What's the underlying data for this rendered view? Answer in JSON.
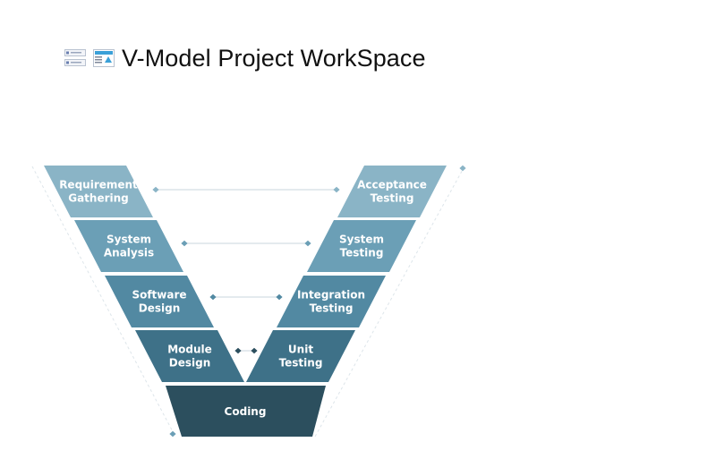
{
  "page": {
    "title": "V-Model Project WorkSpace"
  },
  "diagram": {
    "left_stages": [
      {
        "lines": [
          "Requirement",
          "Gathering"
        ],
        "color": "#8ab4c6"
      },
      {
        "lines": [
          "System",
          "Analysis"
        ],
        "color": "#6b9fb6"
      },
      {
        "lines": [
          "Software",
          "Design"
        ],
        "color": "#5289a2"
      },
      {
        "lines": [
          "Module",
          "Design"
        ],
        "color": "#3e7188"
      }
    ],
    "right_stages": [
      {
        "lines": [
          "Acceptance",
          "Testing"
        ],
        "color": "#8ab4c6"
      },
      {
        "lines": [
          "System",
          "Testing"
        ],
        "color": "#6b9fb6"
      },
      {
        "lines": [
          "Integration",
          "Testing"
        ],
        "color": "#5289a2"
      },
      {
        "lines": [
          "Unit",
          "Testing"
        ],
        "color": "#3e7188"
      }
    ],
    "bottom_stage": {
      "lines": [
        "Coding"
      ],
      "color": "#2c4f5e"
    },
    "connector_colors": [
      "#8ab4c6",
      "#6b9fb6",
      "#5289a2",
      "#2c4f5e"
    ],
    "guide_color": "#dde5ea"
  }
}
